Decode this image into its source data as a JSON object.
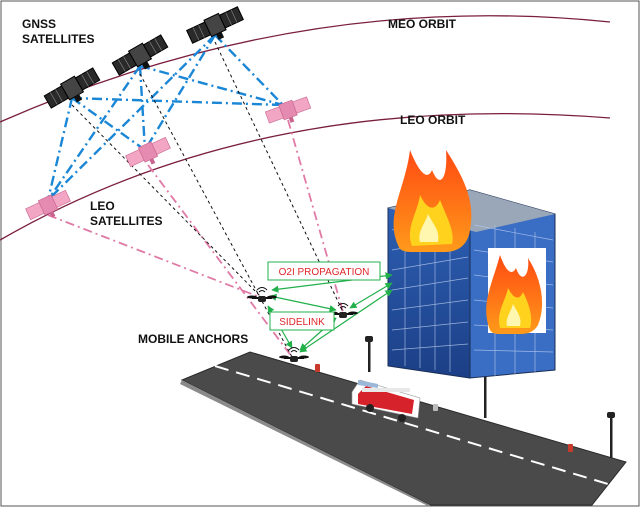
{
  "labels": {
    "gnss_line1": "GNSS",
    "gnss_line2": "SATELLITES",
    "meo_orbit": "MEO ORBIT",
    "leo_orbit": "LEO ORBIT",
    "leo_line1": "LEO",
    "leo_line2": "SATELLITES",
    "mobile_anchors": "MOBILE ANCHORS",
    "o2i_propagation": "O2I PROPAGATION",
    "sidelink": "SIDELINK"
  },
  "colors": {
    "gnss_link": "#1a86d6",
    "leo_link": "#e07aa6",
    "anchor_link": "#111111",
    "o2i_link": "#22b04b",
    "box_text": "#e0262a",
    "orbit": "#7a1f3d",
    "road": "#4a4a4a"
  }
}
